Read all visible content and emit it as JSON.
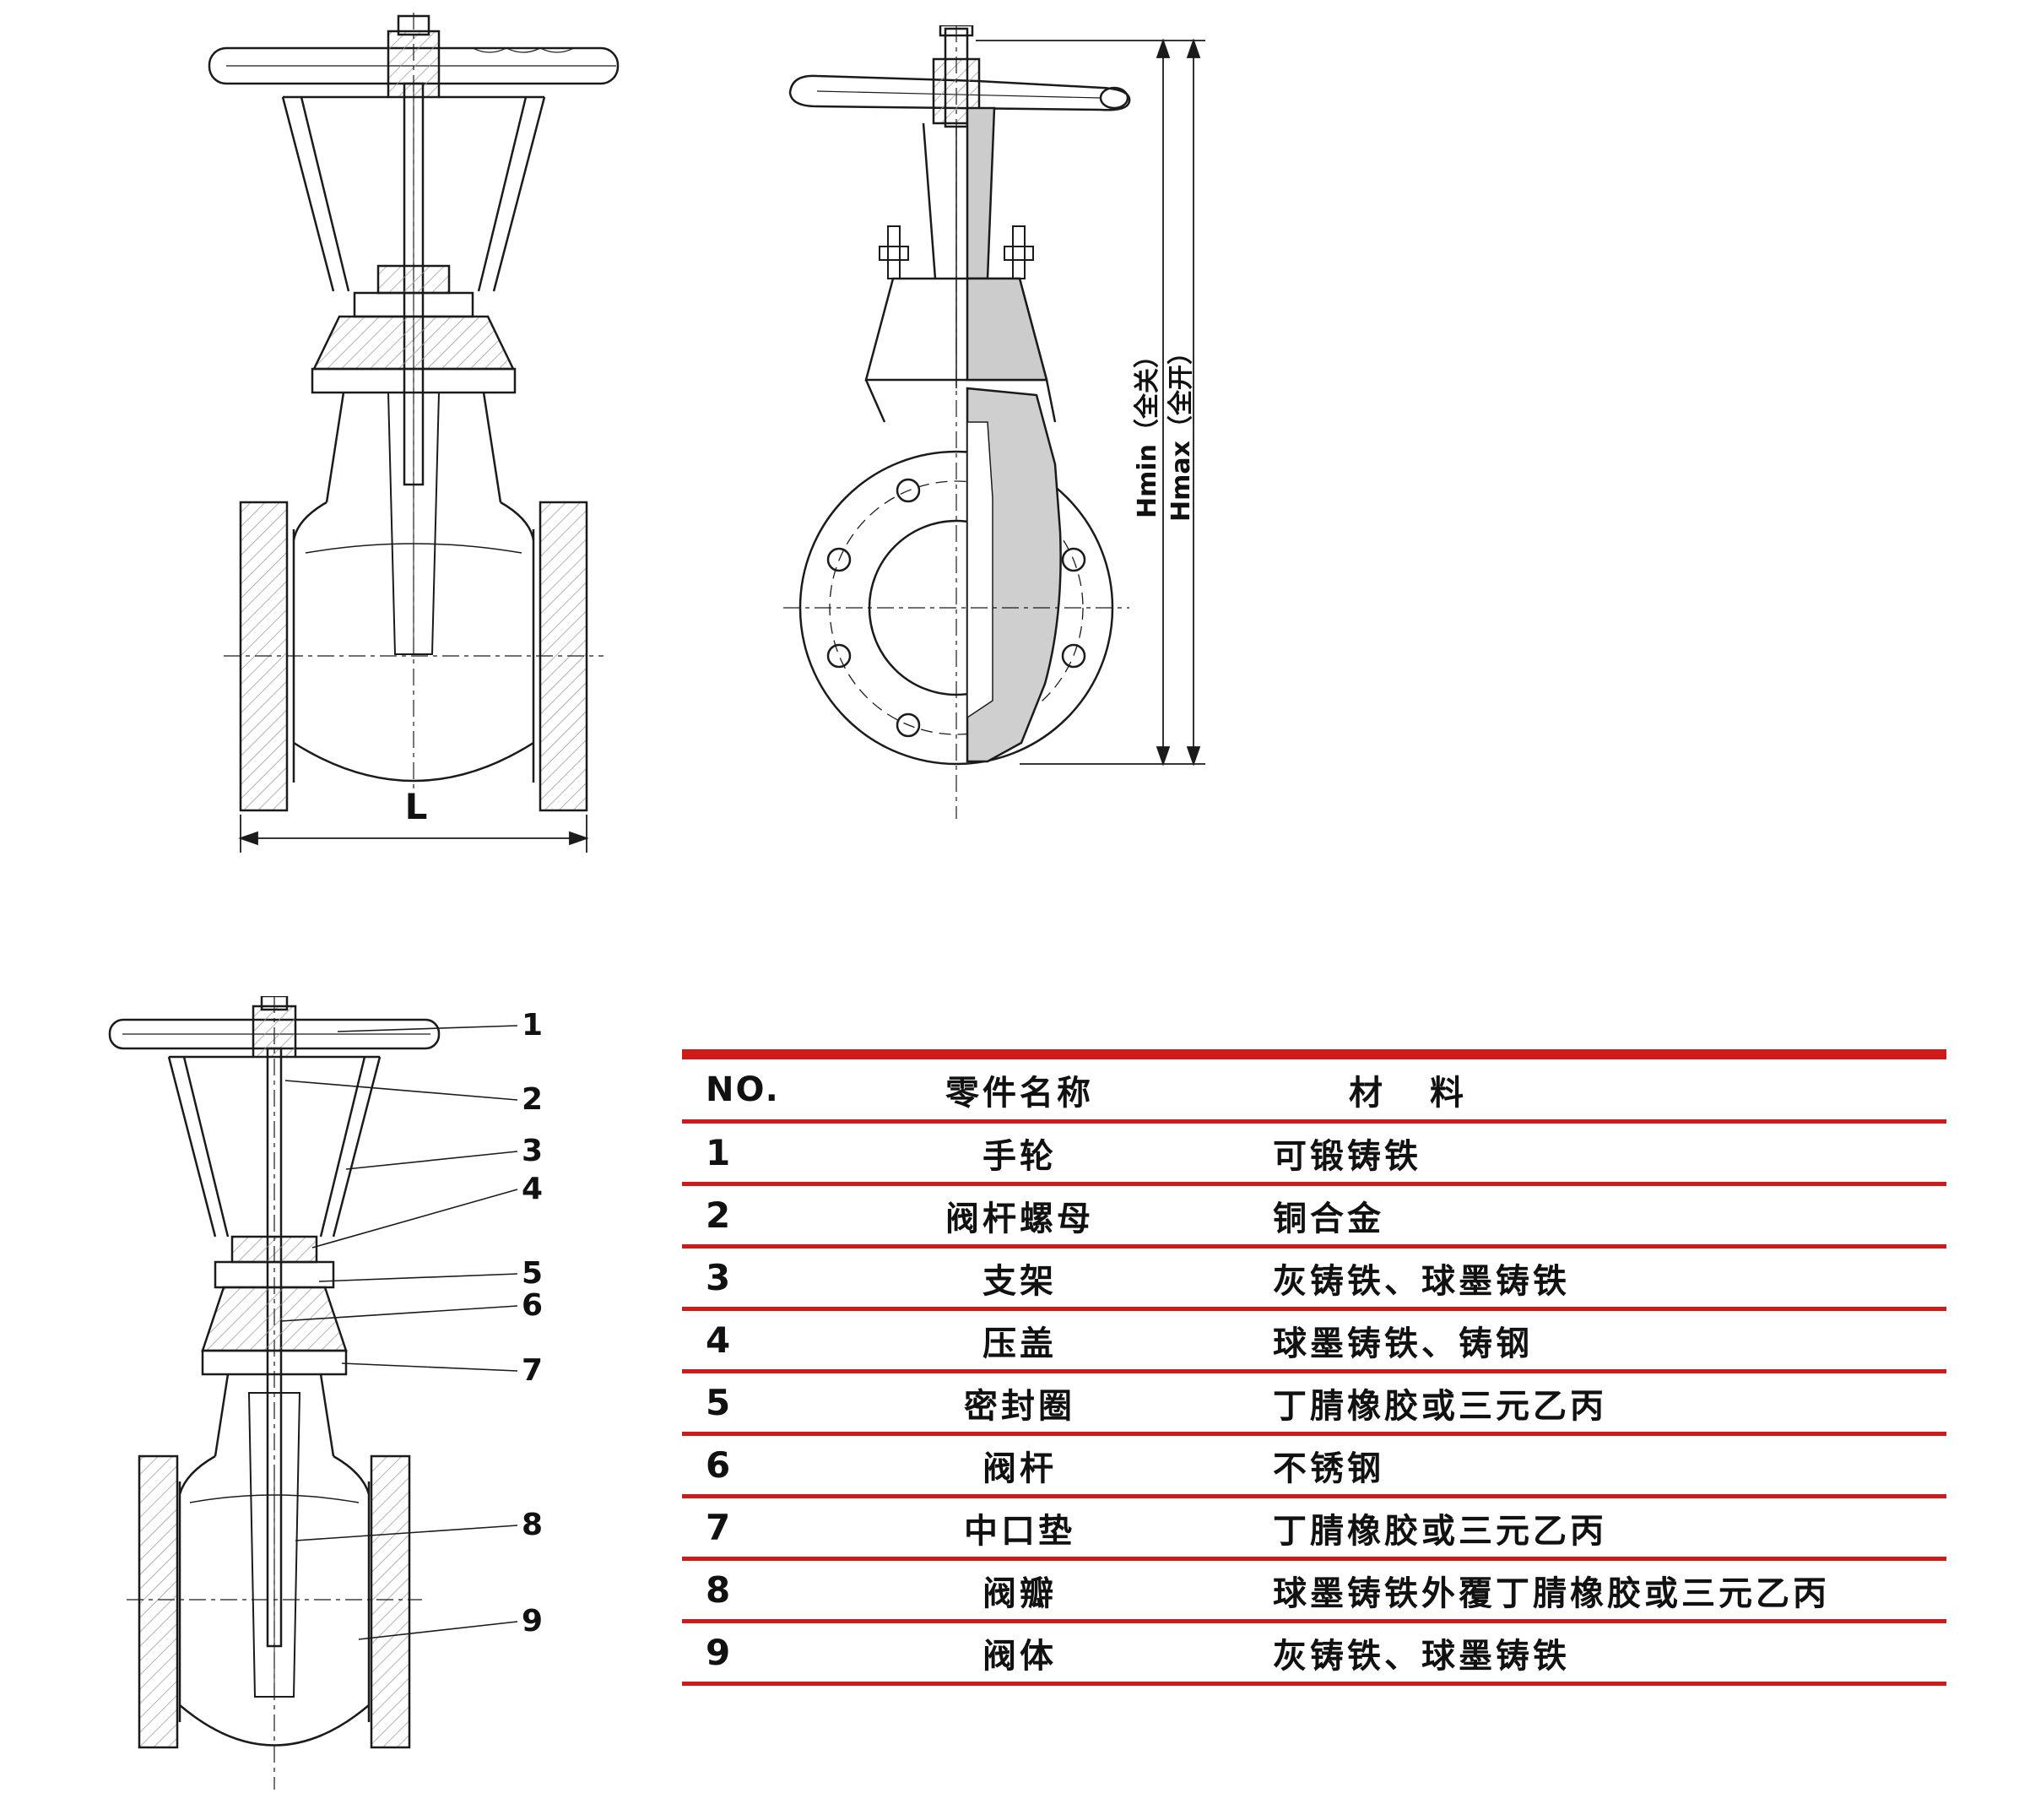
{
  "colors": {
    "table_line_red": "#d01a1a",
    "drawing_stroke": "#1b1b1b",
    "section_fill": "#cccccc"
  },
  "drawings": {
    "front_view": {
      "description": "gate valve front sectional view",
      "dim_length_label": "L"
    },
    "side_view": {
      "description": "gate valve side view with flange face",
      "dim_hmin_label": "Hmin（全关）",
      "dim_hmax_label": "Hmax（全开）"
    },
    "section_view": {
      "description": "gate valve numbered sectional view",
      "callouts": [
        "1",
        "2",
        "3",
        "4",
        "5",
        "6",
        "7",
        "8",
        "9"
      ]
    }
  },
  "table": {
    "headers": {
      "no": "NO.",
      "name": "零件名称",
      "material": "材　料"
    },
    "rows": [
      {
        "no": "1",
        "name": "手轮",
        "material": "可锻铸铁"
      },
      {
        "no": "2",
        "name": "阀杆螺母",
        "material": "铜合金"
      },
      {
        "no": "3",
        "name": "支架",
        "material": "灰铸铁、球墨铸铁"
      },
      {
        "no": "4",
        "name": "压盖",
        "material": "球墨铸铁、铸钢"
      },
      {
        "no": "5",
        "name": "密封圈",
        "material": "丁腈橡胶或三元乙丙"
      },
      {
        "no": "6",
        "name": "阀杆",
        "material": "不锈钢"
      },
      {
        "no": "7",
        "name": "中口垫",
        "material": "丁腈橡胶或三元乙丙"
      },
      {
        "no": "8",
        "name": "阀瓣",
        "material": "球墨铸铁外覆丁腈橡胶或三元乙丙"
      },
      {
        "no": "9",
        "name": "阀体",
        "material": "灰铸铁、球墨铸铁"
      }
    ]
  }
}
